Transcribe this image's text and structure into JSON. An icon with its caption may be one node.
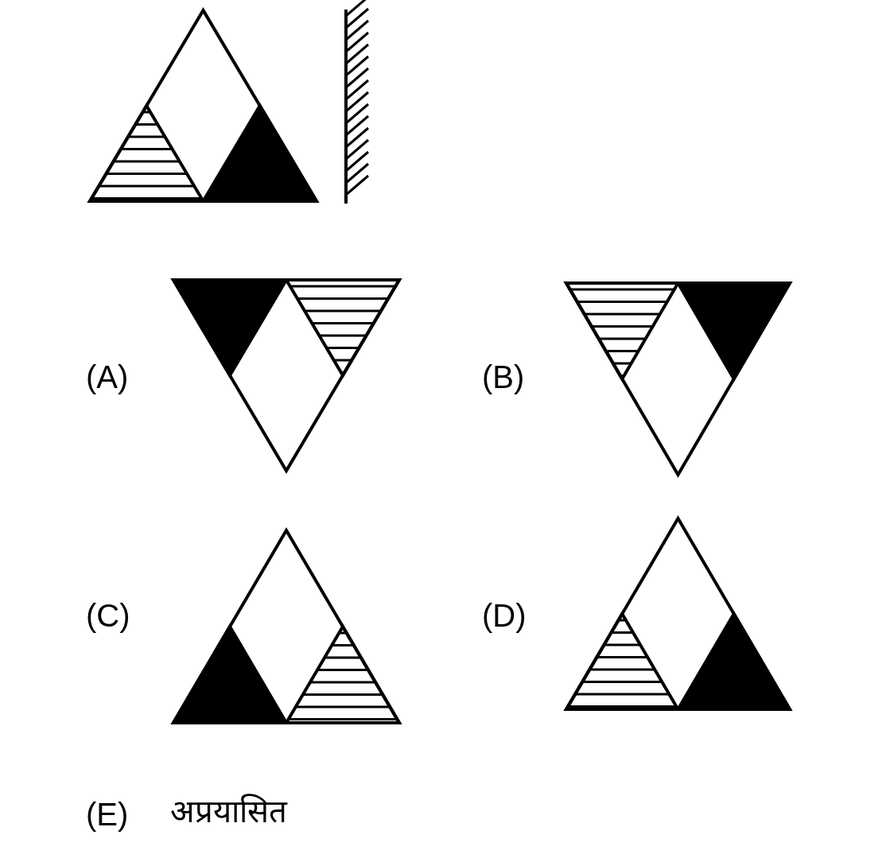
{
  "diagram": {
    "labels": [
      "(A)",
      "(B)",
      "(C)",
      "(D)",
      "(E)",
      "अप्रयासित"
    ]
  }
}
